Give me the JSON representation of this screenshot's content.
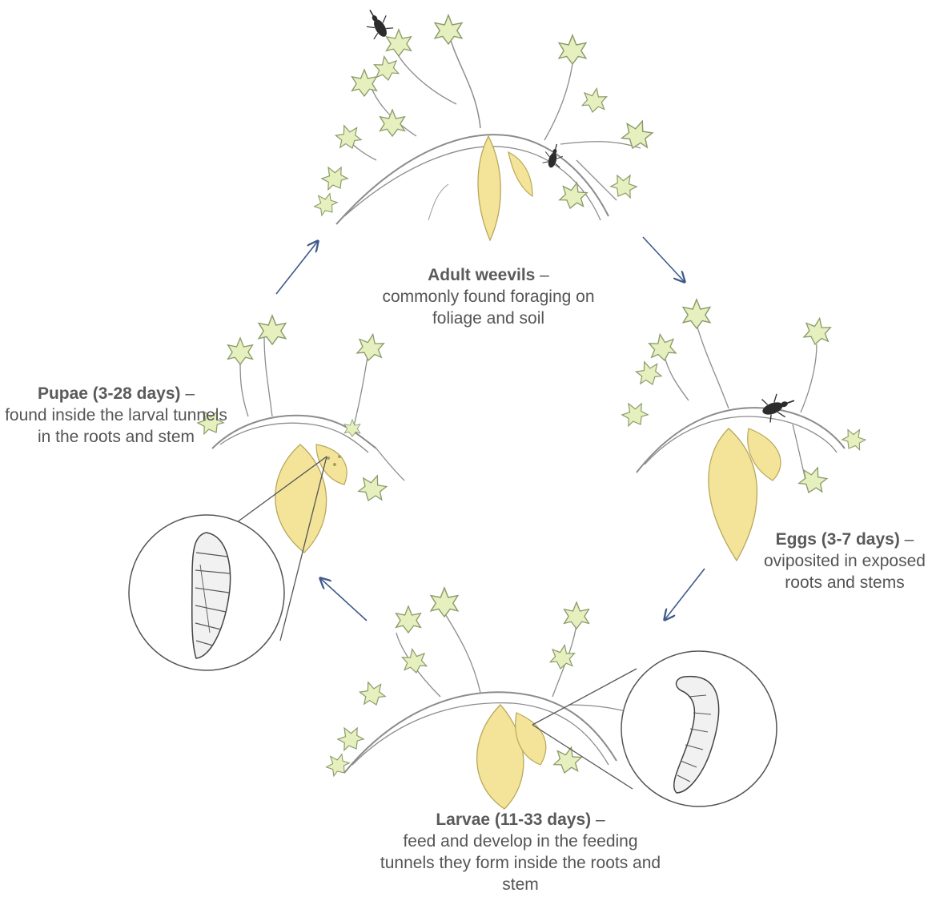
{
  "colors": {
    "leaf_fill": "#e6f0bf",
    "leaf_stroke": "#8a9a6a",
    "root_fill": "#f3e49a",
    "stem_stroke": "#8c8c8c",
    "arrow": "#3e5a8a",
    "text": "#555555",
    "insect": "#2c2c2c"
  },
  "stages": {
    "adult": {
      "title": "Adult weevils",
      "dash": " –",
      "description": "commonly found foraging on foliage and soil"
    },
    "eggs": {
      "title": "Eggs",
      "duration": " (3-7 days)",
      "dash": " –",
      "description": "oviposited in exposed roots and stems"
    },
    "larvae": {
      "title": "Larvae",
      "duration": " (11-33 days)",
      "dash": " –",
      "description": "feed and develop in the feeding tunnels they form inside the roots and stem"
    },
    "pupae": {
      "title": "Pupae",
      "duration": " (3-28 days)",
      "dash": " –",
      "description": "found inside the larval tunnels in the roots and stem"
    }
  },
  "icons": {
    "arrow": "cycle-arrow-icon",
    "weevil": "weevil-icon",
    "larva": "larva-icon",
    "pupa": "pupa-icon",
    "leaf": "leaf-icon"
  }
}
